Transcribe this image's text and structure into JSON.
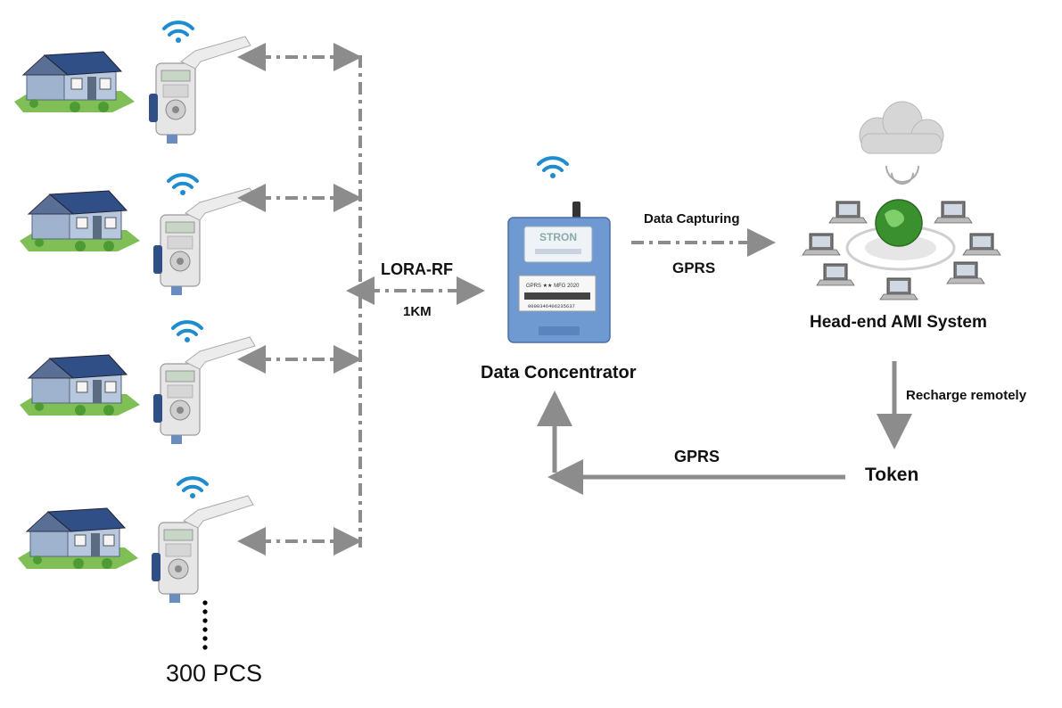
{
  "colors": {
    "accent": "#1f8bd0",
    "arrow": "#8c8c8c",
    "meter_body": "#e6e6e6",
    "house_wall": "#9fb3cf",
    "house_roof": "#2f4f86",
    "lawn": "#7fbf55",
    "concentrator": "#6f9ad1",
    "globe": "#3a8f2f"
  },
  "meters": [
    {
      "name": "meter-1",
      "icon": "smart-meter-icon"
    },
    {
      "name": "meter-2",
      "icon": "smart-meter-icon"
    },
    {
      "name": "meter-3",
      "icon": "smart-meter-icon"
    },
    {
      "name": "meter-4",
      "icon": "smart-meter-icon"
    }
  ],
  "quantity_label": "300 PCS",
  "link": {
    "protocol": "LORA-RF",
    "range": "1KM"
  },
  "concentrator": {
    "label": "Data Concentrator",
    "brand": "STRON",
    "plate_text": "GPRS  ★★  MFG 2020",
    "barcode_text": "0000346406235637"
  },
  "uplink": {
    "top_label": "Data Capturing",
    "bottom_label": "GPRS"
  },
  "headend": {
    "label": "Head-end AMI System",
    "icon": "cloud-network-icon"
  },
  "recharge_label": "Recharge remotely",
  "token_label": "Token",
  "return_label": "GPRS"
}
